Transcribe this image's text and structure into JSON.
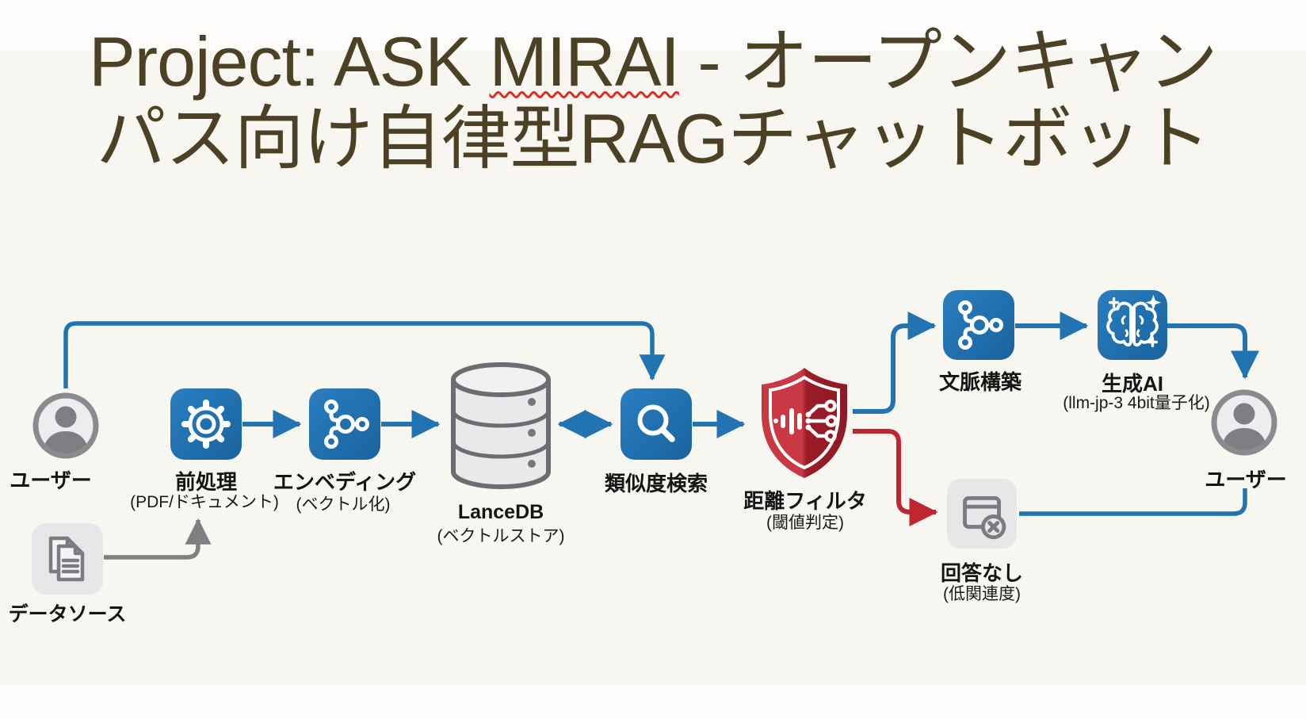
{
  "slide": {
    "title": {
      "prefix": "Project: ASK ",
      "spellcheck_word": "MIRAI",
      "suffix_line1": " - オープンキャン",
      "line2": "パス向け自律型RAGチャットボット",
      "color": "#4c4124",
      "spellcheck_underline_color": "#e02b20"
    },
    "diagram": {
      "nodes": {
        "user_left": {
          "label": "ユーザー",
          "icon": "person-icon"
        },
        "datasource": {
          "label": "データソース",
          "icon": "documents-icon"
        },
        "preprocess": {
          "label": "前処理",
          "sublabel": "(PDF/ドキュメント)",
          "icon": "gear-icon"
        },
        "embedding": {
          "label": "エンベディング",
          "sublabel": "(ベクトル化)",
          "icon": "network-icon"
        },
        "lancedb": {
          "label": "LanceDB",
          "sublabel": "(ベクトルストア)",
          "icon": "database-icon"
        },
        "search": {
          "label": "類似度検索",
          "icon": "search-icon"
        },
        "filter": {
          "label": "距離フィルタ",
          "sublabel": "(閾値判定)",
          "icon": "shield-icon"
        },
        "context": {
          "label": "文脈構築",
          "icon": "network-icon"
        },
        "genai": {
          "label": "生成AI",
          "sublabel": "(llm-jp-3 4bit量子化)",
          "icon": "brain-icon"
        },
        "noanswer": {
          "label": "回答なし",
          "sublabel": "(低関連度)",
          "icon": "window-x-icon"
        },
        "user_right": {
          "label": "ユーザー",
          "icon": "person-icon"
        }
      },
      "edges": [
        {
          "from": "user_left",
          "to": "search",
          "color": "blue",
          "style": "arrow",
          "route": "top-bypass"
        },
        {
          "from": "datasource",
          "to": "preprocess",
          "color": "gray",
          "style": "arrow"
        },
        {
          "from": "preprocess",
          "to": "embedding",
          "color": "blue",
          "style": "arrow"
        },
        {
          "from": "embedding",
          "to": "lancedb",
          "color": "blue",
          "style": "arrow"
        },
        {
          "from": "lancedb",
          "to": "search",
          "color": "blue",
          "style": "double-arrow"
        },
        {
          "from": "search",
          "to": "filter",
          "color": "blue",
          "style": "arrow"
        },
        {
          "from": "filter",
          "to": "context",
          "color": "blue",
          "style": "arrow"
        },
        {
          "from": "context",
          "to": "genai",
          "color": "blue",
          "style": "arrow"
        },
        {
          "from": "genai",
          "to": "user_right",
          "color": "blue",
          "style": "arrow"
        },
        {
          "from": "filter",
          "to": "noanswer",
          "color": "red",
          "style": "arrow"
        },
        {
          "from": "noanswer",
          "to": "user_right",
          "color": "blue",
          "style": "line"
        }
      ],
      "colors": {
        "blue": "#2173b2",
        "red": "#c0262f",
        "gray": "#7f7f82",
        "node_blue": "#1e6ba8",
        "node_gray": "#e7e7e9",
        "shield_red_light": "#c93943",
        "shield_red_dark": "#8e1a25",
        "label": "#141414"
      }
    }
  }
}
